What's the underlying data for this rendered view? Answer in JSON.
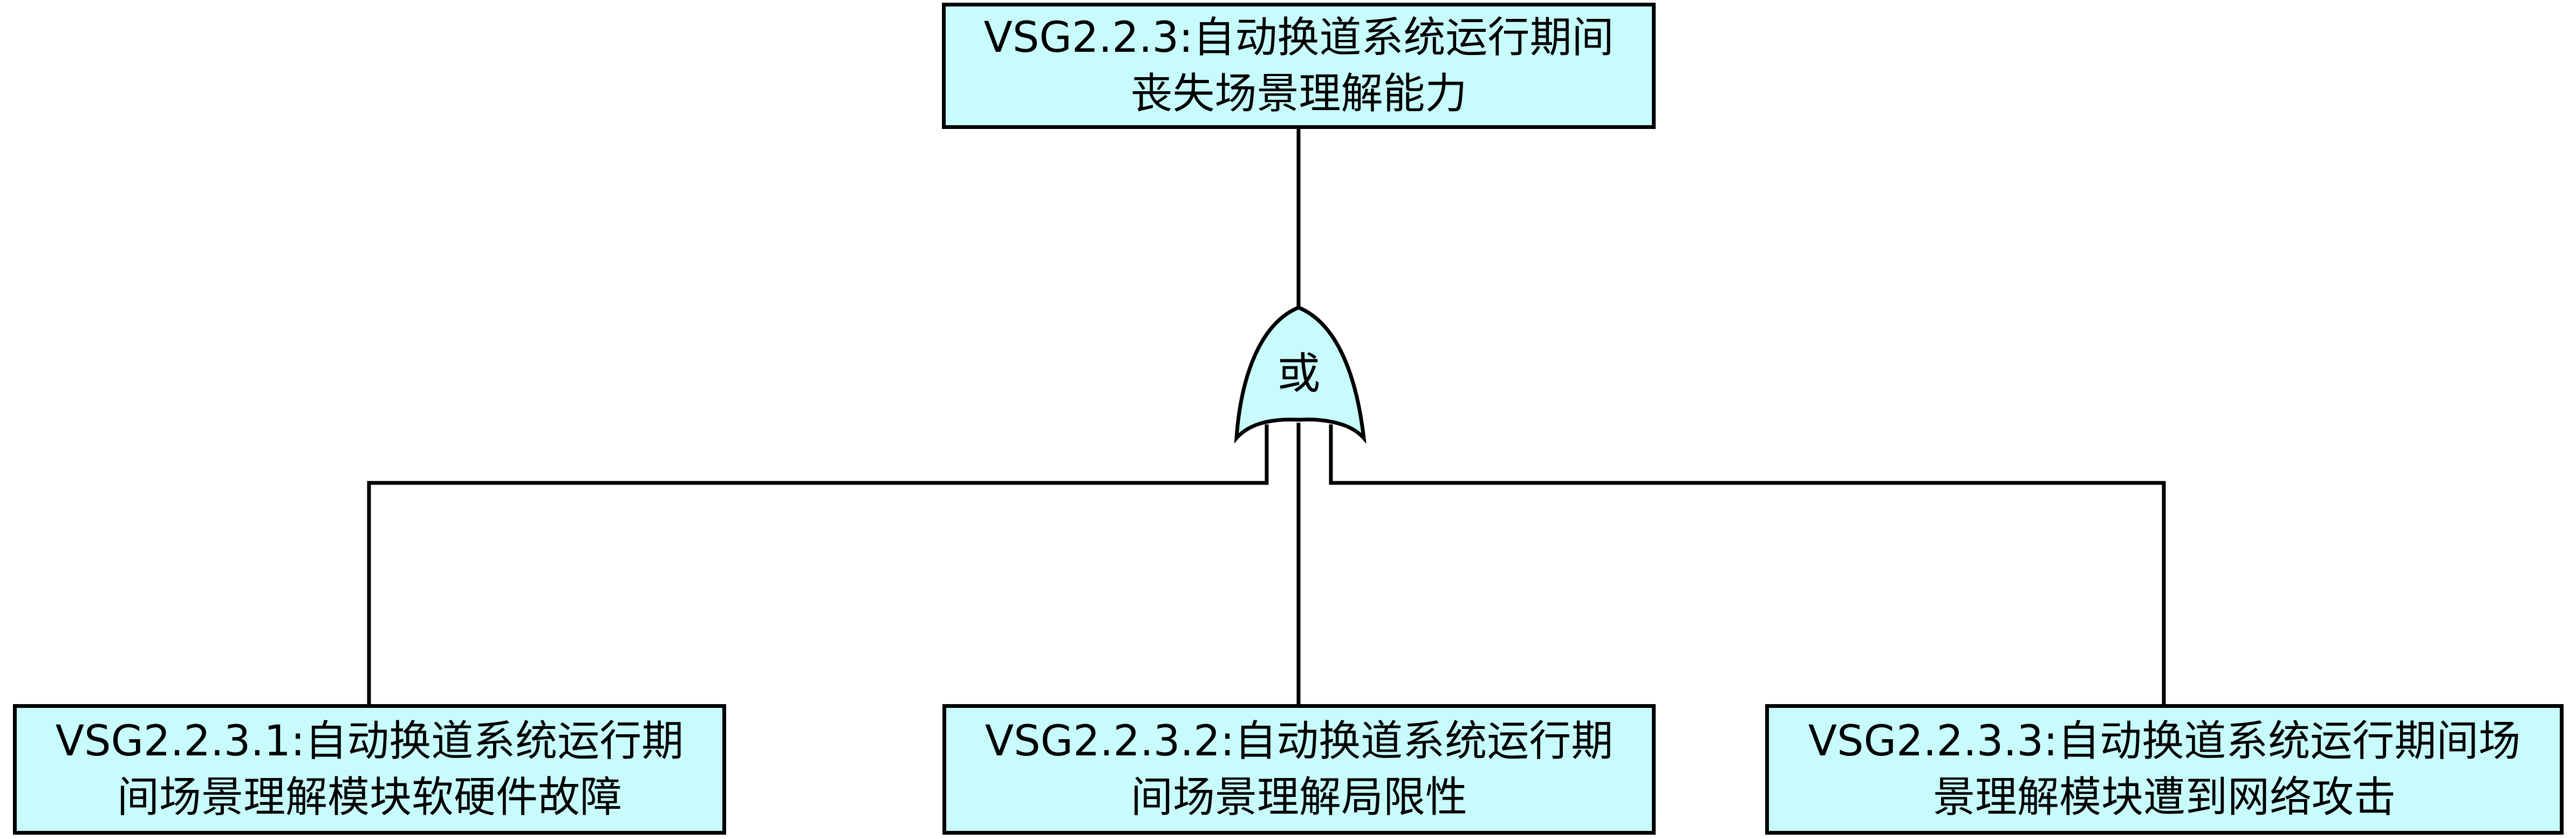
{
  "colors": {
    "box_fill": "#c8fcfc",
    "gate_fill": "#c8fcfc",
    "line": "#000000",
    "text": "#000000"
  },
  "top_event": {
    "line1": "VSG2.2.3:自动换道系统运行期间",
    "line2": "丧失场景理解能力"
  },
  "gate": {
    "type": "or-gate",
    "label": "或"
  },
  "basic_events": [
    {
      "line1": "VSG2.2.3.1:自动换道系统运行期",
      "line2": "间场景理解模块软硬件故障"
    },
    {
      "line1": "VSG2.2.3.2:自动换道系统运行期",
      "line2": "间场景理解局限性"
    },
    {
      "line1": "VSG2.2.3.3:自动换道系统运行期间场",
      "line2": "景理解模块遭到网络攻击"
    }
  ]
}
